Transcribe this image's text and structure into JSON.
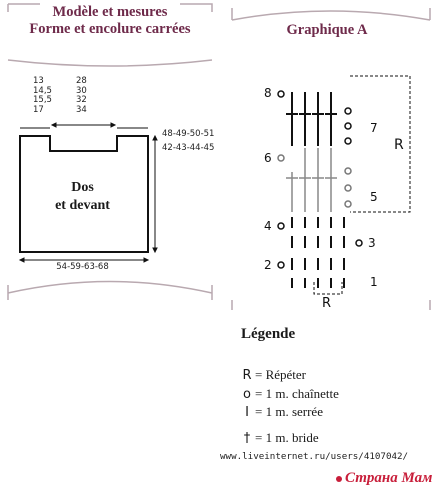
{
  "left_panel": {
    "title_line1": "Modèle et mesures",
    "title_line2": "Forme et encolure carrées",
    "neck_width_sizes": [
      "13",
      "14,5",
      "15,5",
      "17"
    ],
    "neck_depth_sizes": [
      "28",
      "30",
      "32",
      "34"
    ],
    "shoulder_label": "48-49-50-51",
    "side_label": "42-43-44-45",
    "bottom_label": "54-59-63-68",
    "piece_line1": "Dos",
    "piece_line2": "et devant"
  },
  "right_panel": {
    "title": "Graphique A",
    "row_numbers": [
      "8",
      "7",
      "6",
      "5",
      "4",
      "3",
      "2",
      "1"
    ],
    "repeat_label_side": "R",
    "repeat_label_bottom": "R"
  },
  "legend": {
    "title": "Légende",
    "items": [
      {
        "symbol": "R",
        "text": "= Répéter"
      },
      {
        "symbol": "o",
        "text": "= 1 m. chaînette"
      },
      {
        "symbol": "I",
        "text": "= 1 m. serrée"
      },
      {
        "symbol": "†",
        "text": "= 1 m. bride"
      }
    ]
  },
  "footer": {
    "url": "www.liveinternet.ru/users/4107042/",
    "logo": "Страна Мам"
  },
  "colors": {
    "title": "#6e2a4a",
    "frame": "#b9a9b0",
    "logo": "#c81e3a"
  }
}
